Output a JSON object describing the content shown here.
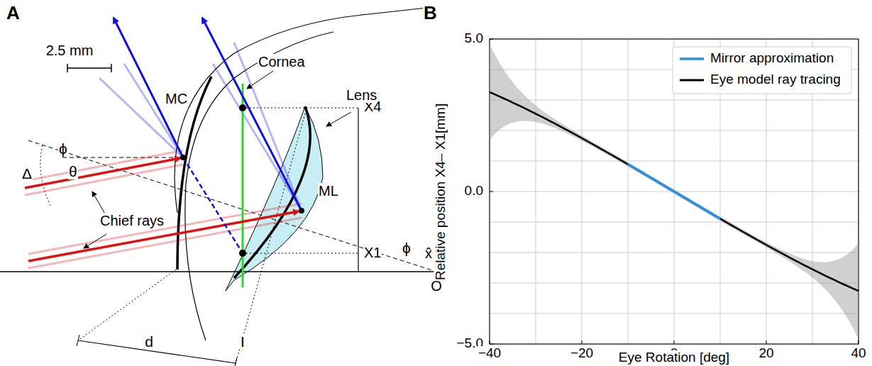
{
  "diagram": {
    "labels": [
      "A",
      "2.5 mm",
      "Cornea",
      "MC",
      "Δ",
      "ϕ",
      "θ",
      "X4",
      "Lens",
      "ML",
      "X1",
      "ϕ",
      "x̂",
      "Chief rays",
      "d",
      "I",
      "O",
      "B",
      "5.0",
      "0.0",
      "−5.0",
      "Relative position  X4– X1[mm]",
      "−40",
      "−20",
      "0",
      "20",
      "40",
      "Eye Rotation [deg]"
    ],
    "legend": [
      {
        "text": "Mirror approximation"
      },
      {
        "text": "Eye model ray tracing"
      }
    ]
  }
}
